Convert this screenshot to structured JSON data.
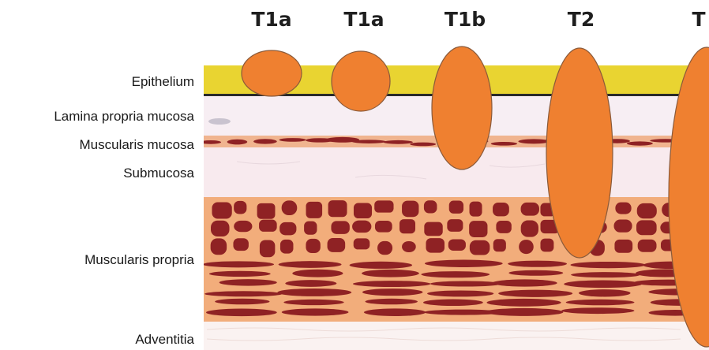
{
  "layers": [
    {
      "key": "epithelium",
      "label": "Epithelium"
    },
    {
      "key": "lamina",
      "label": "Lamina propria mucosa"
    },
    {
      "key": "muscularis_mucosa",
      "label": "Muscularis mucosa"
    },
    {
      "key": "submucosa",
      "label": "Submucosa"
    },
    {
      "key": "muscularis_propria",
      "label": "Muscularis propria"
    },
    {
      "key": "adventitia",
      "label": "Adventitia"
    }
  ],
  "stages": [
    {
      "label": "T1a"
    },
    {
      "label": "T1a"
    },
    {
      "label": "T1b"
    },
    {
      "label": "T2"
    },
    {
      "label": "T"
    }
  ],
  "colors": {
    "epithelium": "#e9d431",
    "lamina": "#f7eef3",
    "submucosa": "#f8eaee",
    "muscle_bg": "#f2ad7b",
    "muscle_fiber": "#8f2224",
    "tumor": "#ef8030",
    "tumor_outline": "#8a5a3a",
    "adventitia": "#faf2f1"
  }
}
